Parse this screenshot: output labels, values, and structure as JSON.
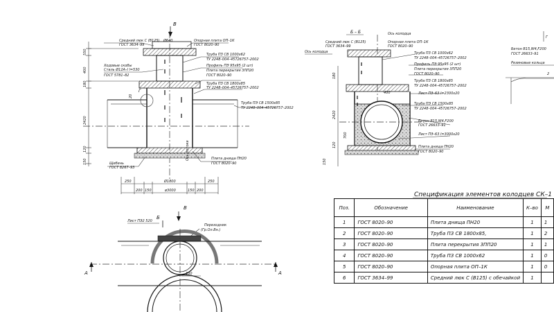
{
  "top_left_view": {
    "section_mark": "В",
    "labels": {
      "rim_a": "Средний люк С (В125)",
      "rim_b": "ГОСТ 3634–99",
      "rim_dim": "Ø640",
      "slab_top_a": "Опорная плита ОП–1К",
      "slab_top_b": "ГОСТ 8020–90",
      "pipe1_a": "Труба ПЗ СВ 1000х62",
      "pipe1_b": "ТУ 2248–004–45726757–2002",
      "rods_a": "Ходовые скобы",
      "rods_b": "Сталь Ø12А–I l=530",
      "rods_c": "ГОСТ 5781–82",
      "prof_a": "Профиль ПЭ 95х95 (2 шт)",
      "cover_a": "Плита перекрытия 3ПП20",
      "cover_b": "ГОСТ 8020–90",
      "pipe2_a": "Труба ПЗ СВ 1800х85",
      "pipe2_b": "ТУ 2248–004–45726757–2002",
      "pipe3_a": "Труба ПЭ СВ 1500х85",
      "pipe3_b": "ТУ 2248–004–45726757–2002",
      "flow_axis": "Ось потока",
      "base_a": "Щебень",
      "base_b": "ГОСТ 8267–93",
      "bottom_a": "Плита днища ПН20",
      "bottom_b": "ГОСТ 8020–90",
      "detail_mark": "Г"
    },
    "dims_vertical": [
      "550",
      "400",
      "180",
      "2420",
      "120",
      "150"
    ],
    "dims_horizontal": [
      "250",
      "200",
      "150",
      "Ø1800",
      "150",
      "200",
      "250"
    ],
    "dim_total": "ø3000",
    "dim_small": "20"
  },
  "top_middle_view": {
    "section_title": "Б – Б",
    "labels": {
      "well_axis_top": "Ось колодца",
      "well_axis": "Ось колодца",
      "rim_a": "Средний люк С (В125)",
      "rim_b": "ГОСТ 3634–99",
      "slab_top_a": "Опорная плита ОП–1К",
      "slab_top_b": "ГОСТ 8020–90",
      "pipe1_a": "Труба ПЗ СВ 1000х62",
      "pipe1_b": "ТУ 2248–004–45726757–2002",
      "prof_a": "Профиль ПЭ 95х95 (2 шт)",
      "cover_a": "Плита перекрытия 3ПП20",
      "cover_b": "ГОСТ 8020–90",
      "pipe2_a": "Труба ПЗ СВ 1800х85",
      "pipe2_b": "ТУ 2248–004–45726757–2002",
      "sheet1": "Лист ПЭ–63 l=2300х20",
      "pipe3_a": "Труба ПЭ СВ 1500х85",
      "pipe3_b": "ТУ 2248–004–45726757–2002",
      "concrete_a": "Бетон В15,W4,F200",
      "concrete_b": "ГОСТ 26633–91",
      "sheet2": "Лист ПЭ–63 l=3000х20",
      "bottom_a": "Плита днища ПН20",
      "bottom_b": "ГОСТ 8020–90"
    },
    "dims": [
      "180",
      "2420",
      "120",
      "150",
      "400",
      "700"
    ]
  },
  "top_right_view": {
    "labels": {
      "concrete_a": "Бетон В15,W4,F200",
      "concrete_b": "ГОСТ 26633–91",
      "rim": "Резиновые кольца",
      "mark": "Г"
    },
    "dims": [
      "2"
    ]
  },
  "bottom_left_view": {
    "mark_top": "В",
    "mark_b": "Б",
    "mark_a_left": "А",
    "mark_a_right": "А",
    "labels": {
      "sheet": "Лист ПЭ2 520",
      "reducer_a": "Переходник",
      "reducer_b": "(Гр.Ол.Вн.)"
    },
    "dim": "100"
  },
  "spec": {
    "title": "Спецификация элементов колодцев СК–1",
    "columns": [
      "Поз.",
      "Обозначение",
      "Наименование",
      "К–во",
      "М"
    ],
    "rows": [
      {
        "pos": "1",
        "code": "ГОСТ 8020–90",
        "name": "Плита днища ПН20",
        "qty": "1",
        "m": "1"
      },
      {
        "pos": "2",
        "code": "ГОСТ 8020–90",
        "name": "Труба ПЗ СВ 1800х85,",
        "qty": "1",
        "m": "2"
      },
      {
        "pos": "3",
        "code": "ГОСТ 8020–90",
        "name": "Плита перекрытия 3ПП20",
        "qty": "1",
        "m": "1"
      },
      {
        "pos": "4",
        "code": "ГОСТ 8020–90",
        "name": "Труба ПЗ СВ 1000х62",
        "qty": "1",
        "m": "0"
      },
      {
        "pos": "5",
        "code": "ГОСТ 8020–90",
        "name": "Опорная плита ОП–1К",
        "qty": "1",
        "m": "0"
      },
      {
        "pos": "6",
        "code": "ГОСТ 3634–99",
        "name": "Средний люк С (В125) с обечайкой",
        "qty": "1",
        "m": ""
      }
    ]
  }
}
